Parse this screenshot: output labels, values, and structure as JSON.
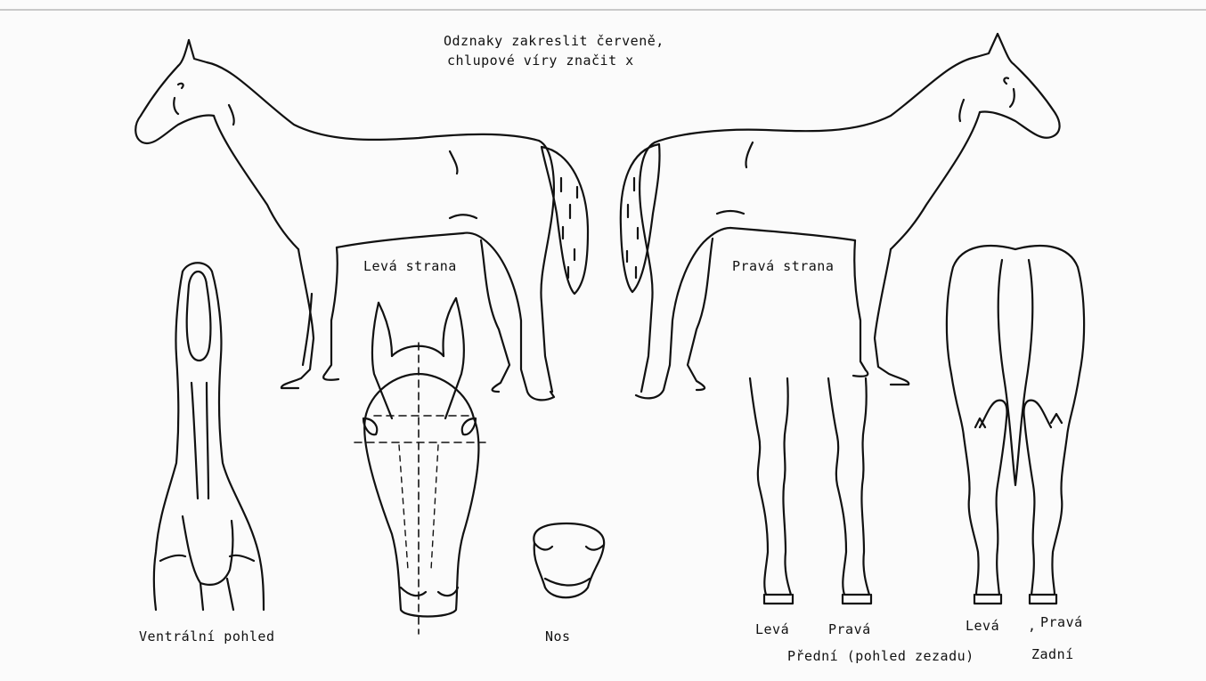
{
  "instructions": {
    "line1": "Odznaky zakreslit červeně,",
    "line2": "chlupové víry značit  x"
  },
  "labels": {
    "left_side": "Levá strana",
    "right_side": "Pravá strana",
    "ventral_view": "Ventrální pohled",
    "nose": "Nos",
    "front_left": "Levá",
    "front_right": "Pravá",
    "front_caption": "Přední (pohled zezadu)",
    "hind_left": "Levá",
    "hind_separator": ",",
    "hind_right": "Pravá",
    "hind_caption": "Zadní"
  },
  "colors": {
    "ink": "#111111",
    "paper": "#fbfbfb"
  }
}
